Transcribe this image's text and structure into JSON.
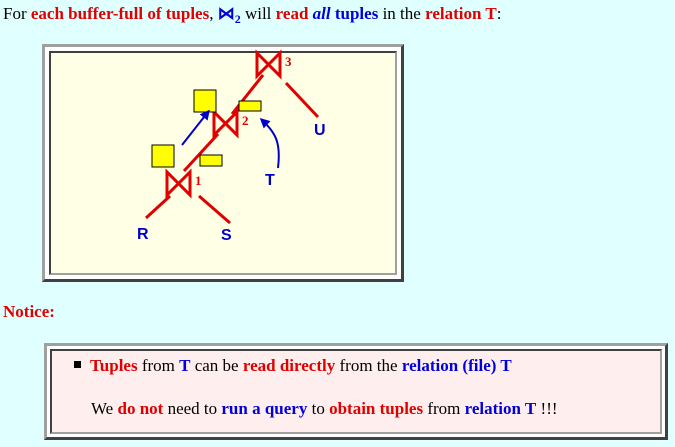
{
  "intro": {
    "prefix": "For ",
    "each_buffer": "each buffer-full of tuples",
    "comma": ", ",
    "join_symbol": "⋈",
    "join_sub": "2",
    "will": " will ",
    "read": "read",
    "space1": " ",
    "all": "all",
    "space2": " ",
    "tuples": "tuples",
    "in_the": " in the ",
    "relation_t": "relation T",
    "colon": ":"
  },
  "diagram": {
    "join1_label": "1",
    "join2_label": "2",
    "join3_label": "3",
    "rel_r": "R",
    "rel_s": "S",
    "rel_t": "T",
    "rel_u": "U",
    "colors": {
      "join": "#e00000",
      "arrow": "#0000cc",
      "buffer_fill": "#ffff00",
      "buffer_stroke": "#000000"
    }
  },
  "notice": {
    "heading": "Notice:",
    "bullet": {
      "tuples": "Tuples",
      "from": " from ",
      "t1": "T",
      "can_be": " can be ",
      "read_directly": "read directly",
      "from_the": " from the ",
      "relation_file_t": "relation (file) T"
    },
    "note": {
      "we": "We ",
      "do_not": "do not",
      "need_to": " need to ",
      "run_query": "run a query",
      "to": " to ",
      "obtain_tuples": "obtain tuples",
      "from": " from ",
      "relation_t": "relation T",
      "exclaim": " !!!"
    }
  }
}
